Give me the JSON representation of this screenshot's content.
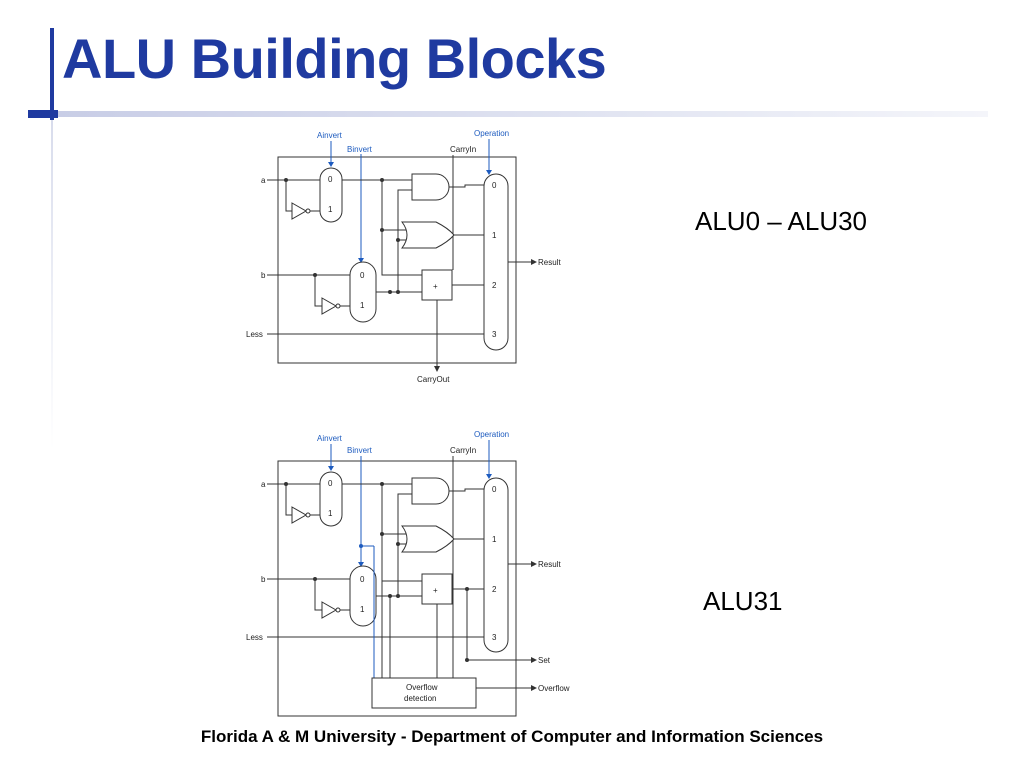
{
  "slide": {
    "title": "ALU Building Blocks",
    "captions": [
      "ALU0 – ALU30",
      "ALU31"
    ],
    "footer": "Florida A & M University - Department of Computer and Information Sciences"
  },
  "diagram_alu0": {
    "labels": {
      "ainvert": "Ainvert",
      "binvert": "Binvert",
      "operation": "Operation",
      "carryin": "CarryIn",
      "a": "a",
      "b": "b",
      "less": "Less",
      "result": "Result",
      "carryout": "CarryOut",
      "mux_a_in0": "0",
      "mux_a_in1": "1",
      "mux_b_in0": "0",
      "mux_b_in1": "1",
      "adder": "+",
      "mux4_in0": "0",
      "mux4_in1": "1",
      "mux4_in2": "2",
      "mux4_in3": "3"
    }
  },
  "diagram_alu31": {
    "labels": {
      "ainvert": "Ainvert",
      "binvert": "Binvert",
      "operation": "Operation",
      "carryin": "CarryIn",
      "a": "a",
      "b": "b",
      "less": "Less",
      "result": "Result",
      "set": "Set",
      "overflow": "Overflow",
      "overflow_box_line1": "Overflow",
      "overflow_box_line2": "detection",
      "mux_a_in0": "0",
      "mux_a_in1": "1",
      "mux_b_in0": "0",
      "mux_b_in1": "1",
      "adder": "+",
      "mux4_in0": "0",
      "mux4_in1": "1",
      "mux4_in2": "2",
      "mux4_in3": "3"
    }
  },
  "colors": {
    "title": "#1f3aa0",
    "accent": "#1f3aa0",
    "control_signal": "#1d5bbf"
  }
}
